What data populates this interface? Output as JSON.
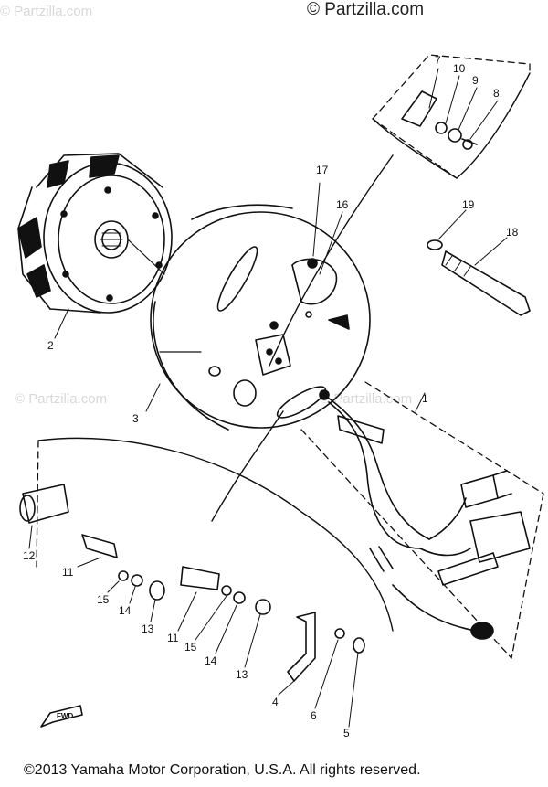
{
  "watermarks": {
    "top": "© Partzilla.com",
    "left": "© Partzilla.com",
    "right": "© Partzilla.com",
    "corner": "© Partzilla.com"
  },
  "copyright": "©2013 Yamaha Motor Corporation, U.S.A. All rights reserved.",
  "fwd_label": "FWD",
  "callouts": {
    "c1": "1",
    "c2": "2",
    "c3": "3",
    "c4": "4",
    "c5": "5",
    "c6": "6",
    "c7": "7",
    "c8": "8",
    "c9": "9",
    "c10": "10",
    "c11a": "11",
    "c11b": "11",
    "c12": "12",
    "c13a": "13",
    "c13b": "13",
    "c14a": "14",
    "c14b": "14",
    "c15a": "15",
    "c15b": "15",
    "c16": "16",
    "c17": "17",
    "c18": "18",
    "c19": "19"
  }
}
